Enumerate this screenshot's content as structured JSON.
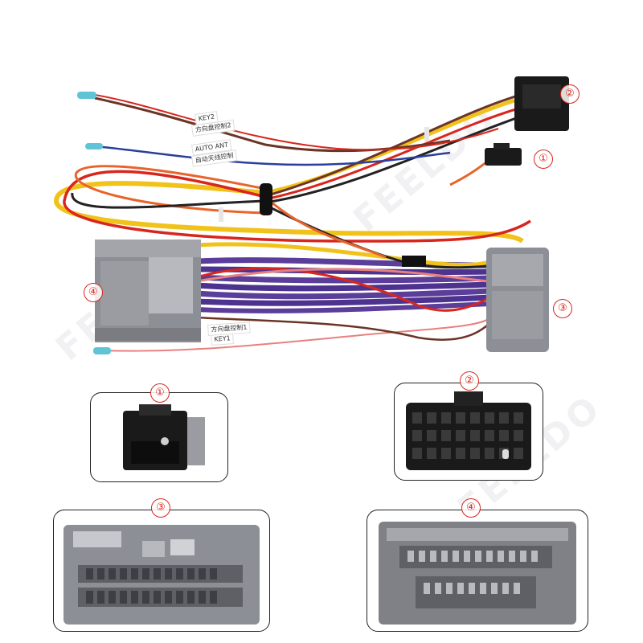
{
  "markers": {
    "m1": "①",
    "m2": "②",
    "m3": "③",
    "m4": "④",
    "panel1": "①",
    "panel2": "②",
    "panel3": "③",
    "panel4": "④"
  },
  "labels": {
    "tag_key2": "KEY2",
    "tag_wheel2": "方向盘控制2",
    "tag_auto_ant": "AUTO ANT",
    "tag_auto_ant_cn": "自动天线控制",
    "tag_key1": "KEY1",
    "tag_wheel1": "方向盘控制1"
  },
  "watermark": "FEELDO",
  "colors": {
    "connector_gray": "#8d8f96",
    "connector_light": "#b7b9bf",
    "wire_purple": "#5b3d9a",
    "wire_red": "#d8261e",
    "wire_yellow": "#f0c21a",
    "wire_orange": "#e8642a",
    "wire_brown": "#6b3526",
    "wire_blue": "#2a3f9c",
    "wire_black": "#222222",
    "wire_pink": "#e8807f",
    "marker_red": "#d9261c"
  }
}
